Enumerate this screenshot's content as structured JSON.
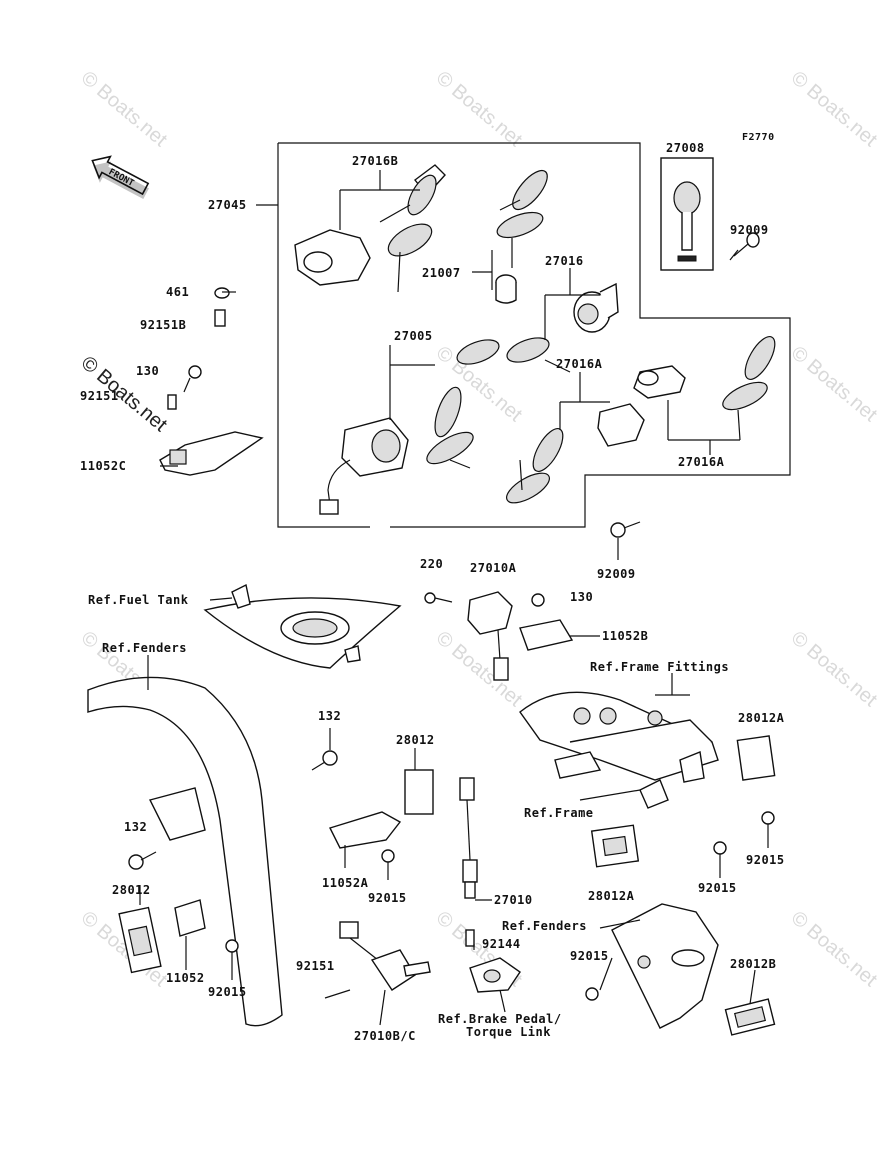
{
  "figure_code": "F2770",
  "front_label": "FRONT",
  "watermark": "© Boats.net",
  "parts": {
    "p27045": "27045",
    "p27016B": "27016B",
    "p21007": "21007",
    "p27016": "27016",
    "p27008": "27008",
    "p92009_top": "92009",
    "p461": "461",
    "p92151B": "92151B",
    "p130_left": "130",
    "p92151_left": "92151",
    "p11052C": "11052C",
    "p27005": "27005",
    "p27016A_mid": "27016A",
    "p27016A_right": "27016A",
    "p92009_mid": "92009",
    "p220": "220",
    "p27010A": "27010A",
    "p130_right": "130",
    "p11052B": "11052B",
    "p132_top": "132",
    "p28012_mid": "28012",
    "p132_left": "132",
    "p28012_left": "28012",
    "p11052A": "11052A",
    "p92015_mid": "92015",
    "p11052": "11052",
    "p92015_left": "92015",
    "p92151_bottom": "92151",
    "p27010BC": "27010B/C",
    "p27010": "27010",
    "p92144": "92144",
    "p28012A_right": "28012A",
    "p28012A_mid": "28012A",
    "p92015_right": "92015",
    "p92015_fr": "92015",
    "p92015_bot": "92015",
    "p28012B": "28012B"
  },
  "refs": {
    "fuel_tank": "Ref.Fuel Tank",
    "fenders_front": "Ref.Fenders",
    "frame_fittings": "Ref.Frame Fittings",
    "frame": "Ref.Frame",
    "fenders_rear": "Ref.Fenders",
    "brake_pedal_1": "Ref.Brake Pedal/",
    "brake_pedal_2": "Torque Link"
  }
}
